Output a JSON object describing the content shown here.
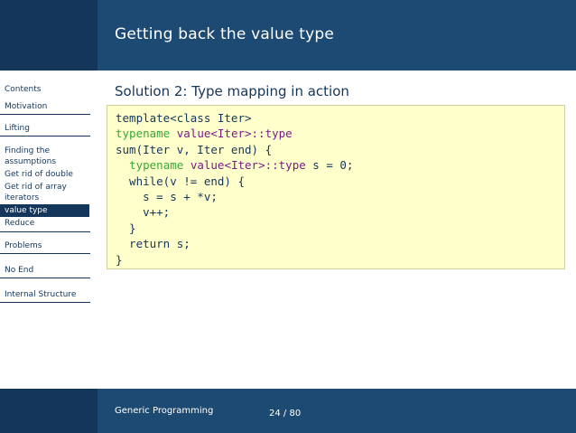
{
  "slide": {
    "title": "Getting back the value type",
    "block_title": "Solution 2: Type mapping in action"
  },
  "sidebar": {
    "items": [
      {
        "label": "Contents"
      },
      {
        "label": "Motivation"
      },
      {
        "label": "Lifting"
      },
      {
        "label": "Finding the assumptions"
      },
      {
        "label": "Get rid of double"
      },
      {
        "label": "Get rid of array iterators"
      },
      {
        "label": "value type"
      },
      {
        "label": "Reduce"
      },
      {
        "label": "Problems"
      },
      {
        "label": "No End"
      },
      {
        "label": "Internal Structure"
      }
    ]
  },
  "code": {
    "line1": "template<class Iter>",
    "line2_kw": "typename",
    "line2_type": "value<Iter>::type",
    "line3": "sum(Iter v, Iter end) {",
    "line4_indent": "  ",
    "line4_kw": "typename",
    "line4_type": "value<Iter>::type",
    "line4_rest": " s = 0;",
    "line5": "  while(v != end) {",
    "line6": "    s = s + *v;",
    "line7": "    v++;",
    "line8": "  }",
    "line9": "  return s;",
    "line10": "}"
  },
  "footer": {
    "title": "Generic Programming",
    "page": "24 / 80"
  },
  "colors": {
    "header_bg": "#1d4a72",
    "sidebar_header_bg": "#14365a",
    "code_bg": "#ffffcc",
    "keyword": "#38a838",
    "type": "#7a1a8a"
  }
}
